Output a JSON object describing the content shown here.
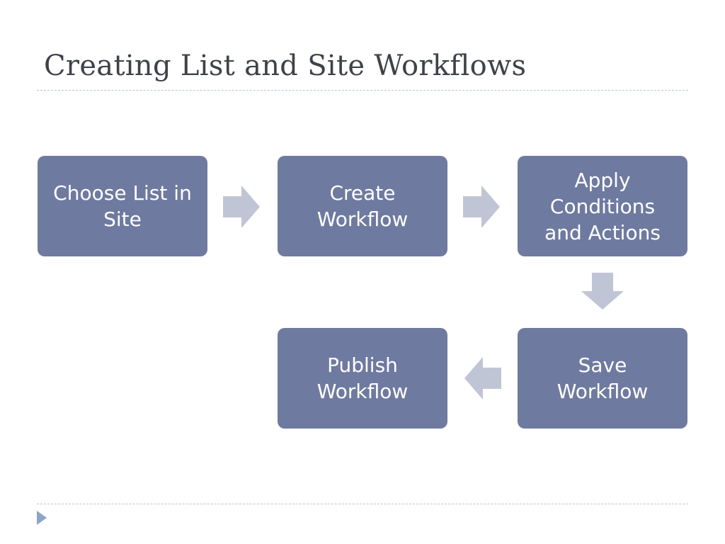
{
  "slide": {
    "title": "Creating List and Site Workflows"
  },
  "flow": {
    "steps": [
      {
        "label": "Choose List in Site"
      },
      {
        "label": "Create Workflow"
      },
      {
        "label": "Apply Conditions and Actions"
      },
      {
        "label": "Save Workflow"
      },
      {
        "label": "Publish Workflow"
      }
    ],
    "connectors": [
      {
        "from": "Choose List in Site",
        "to": "Create Workflow",
        "direction": "right"
      },
      {
        "from": "Create Workflow",
        "to": "Apply Conditions and Actions",
        "direction": "right"
      },
      {
        "from": "Apply Conditions and Actions",
        "to": "Save Workflow",
        "direction": "down"
      },
      {
        "from": "Save Workflow",
        "to": "Publish Workflow",
        "direction": "left"
      }
    ]
  },
  "colors": {
    "box_fill": "#6f7aa0",
    "arrow_fill": "#c0c5d6",
    "title_text": "#3f4248",
    "rule": "#b7c4d0",
    "marker": "#8ea4c8"
  },
  "icons": {
    "footer_marker": "triangle-bullet-icon"
  }
}
